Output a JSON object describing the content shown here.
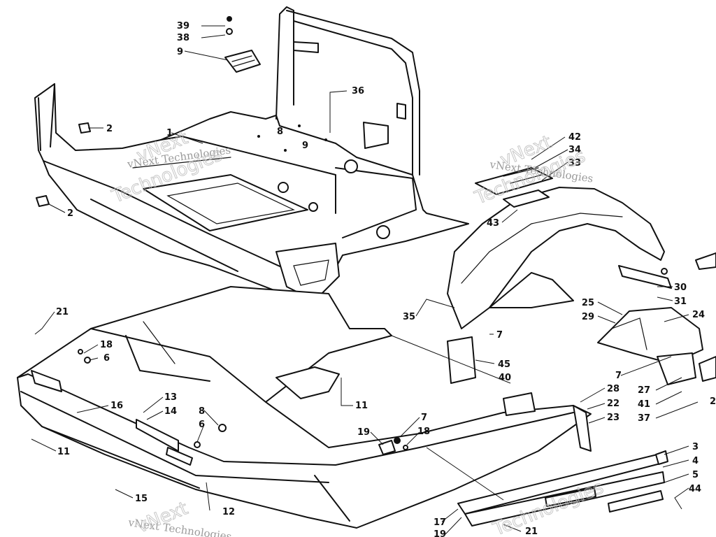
{
  "callouts": [
    "39",
    "38",
    "9",
    "36",
    "2",
    "1",
    "2",
    "8",
    "9",
    "42",
    "34",
    "33",
    "43",
    "30",
    "31",
    "24",
    "25",
    "29",
    "35",
    "7",
    "45",
    "40",
    "7",
    "27",
    "41",
    "37",
    "2",
    "28",
    "22",
    "23",
    "21",
    "18",
    "6",
    "13",
    "14",
    "16",
    "11",
    "11",
    "8",
    "6",
    "19",
    "7",
    "18",
    "3",
    "4",
    "5",
    "44",
    "15",
    "12",
    "17",
    "19",
    "21"
  ],
  "watermarks": [
    "vNext Technologies",
    "vNext",
    "Technologies",
    "vNext Technologies",
    "vNext",
    "Technologies",
    "vNext Technologies",
    "vNext",
    "Technologies"
  ]
}
